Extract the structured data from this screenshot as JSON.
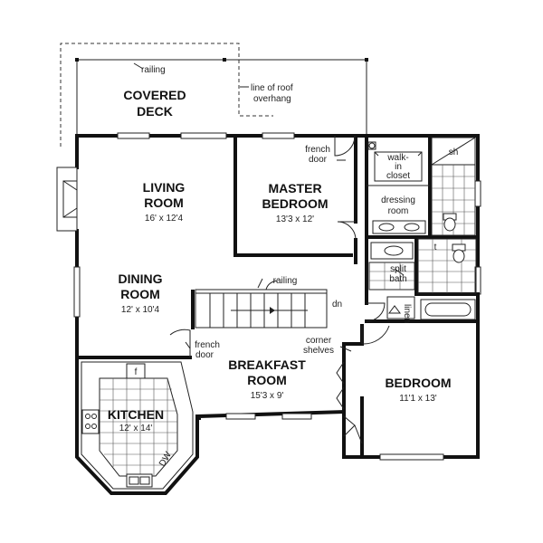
{
  "plan": {
    "rooms": {
      "covered_deck": {
        "line1": "COVERED",
        "line2": "DECK"
      },
      "living": {
        "line1": "LIVING",
        "line2": "ROOM",
        "dims": "16' x 12'4"
      },
      "master": {
        "line1": "MASTER",
        "line2": "BEDROOM",
        "dims": "13'3 x 12'"
      },
      "dining": {
        "line1": "DINING",
        "line2": "ROOM",
        "dims": "12' x 10'4"
      },
      "breakfast": {
        "line1": "BREAKFAST",
        "line2": "ROOM",
        "dims": "15'3 x 9'"
      },
      "bedroom": {
        "line1": "BEDROOM",
        "dims": "11'1 x 13'"
      },
      "kitchen": {
        "line1": "KITCHEN",
        "dims": "12' x 14'"
      }
    },
    "labels": {
      "railing_top": "railing",
      "roof_line1": "line of roof",
      "roof_line2": "overhang",
      "french_door_top1": "french",
      "french_door_top2": "door",
      "walkin1": "walk-",
      "walkin2": "in",
      "walkin3": "closet",
      "sh": "sh",
      "dressing1": "dressing",
      "dressing2": "room",
      "t": "t",
      "split1": "split",
      "split2": "bath",
      "railing_stair": "railing",
      "dn": "dn",
      "linen": "linen",
      "french_door_low1": "french",
      "french_door_low2": "door",
      "corner1": "corner",
      "corner2": "shelves",
      "f": "f",
      "dw": "DW"
    }
  }
}
